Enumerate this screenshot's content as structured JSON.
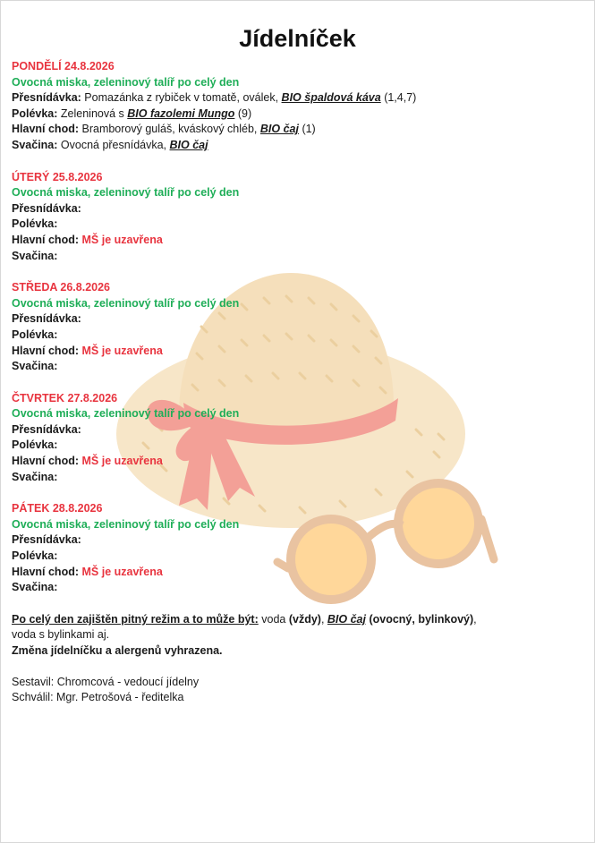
{
  "title": "Jídelníček",
  "days": [
    {
      "heading": "PONDĚLÍ 24.8.2026",
      "fruit": "Ovocná miska, zeleninový talíř po celý den",
      "presnidavka": {
        "label": "Přesnídávka:",
        "text": " Pomazánka z rybiček v tomatě, oválek, ",
        "bio": "BIO špaldová káva",
        "after": " (1,4,7)"
      },
      "polevka": {
        "label": "Polévka:",
        "text": " Zeleninová s ",
        "bio": "BIO fazolemi Mungo",
        "after": " (9)"
      },
      "hlavni": {
        "label": "Hlavní chod:",
        "text": " Bramborový guláš, kváskový chléb, ",
        "bio": "BIO čaj",
        "after": " (1)"
      },
      "svacina": {
        "label": "Svačina:",
        "text": " Ovocná přesnídávka, ",
        "bio": "BIO čaj",
        "after": ""
      }
    },
    {
      "heading": "ÚTERÝ 25.8.2026",
      "fruit": "Ovocná miska, zeleninový talíř po celý den",
      "presnidavka_label": "Přesnídávka:",
      "polevka_label": "Polévka:",
      "hlavni_label": "Hlavní chod:",
      "hlavni_closed": "MŠ je uzavřena",
      "svacina_label": "Svačina:"
    },
    {
      "heading": "STŘEDA 26.8.2026",
      "fruit": "Ovocná miska, zeleninový talíř po celý den",
      "presnidavka_label": "Přesnídávka:",
      "polevka_label": "Polévka:",
      "hlavni_label": "Hlavní chod:",
      "hlavni_closed": "MŠ je uzavřena",
      "svacina_label": "Svačina:"
    },
    {
      "heading": "ČTVRTEK 27.8.2026",
      "fruit": "Ovocná miska, zeleninový talíř po celý den",
      "presnidavka_label": "Přesnídávka:",
      "polevka_label": "Polévka:",
      "hlavni_label": "Hlavní chod:",
      "hlavni_closed": "MŠ je uzavřena",
      "svacina_label": "Svačina:"
    },
    {
      "heading": "PÁTEK 28.8.2026",
      "fruit": "Ovocná miska, zeleninový talíř po celý den",
      "presnidavka_label": "Přesnídávka:",
      "polevka_label": "Polévka:",
      "hlavni_label": "Hlavní chod:",
      "hlavni_closed": "MŠ je uzavřena",
      "svacina_label": "Svačina:"
    }
  ],
  "footer": {
    "drink_label": "Po celý den zajištěn pitný režim a to může být:",
    "drink_water": " voda ",
    "drink_always": "(vždy)",
    "drink_sep": ", ",
    "drink_bio": "BIO čaj",
    "drink_kinds": " (ovocný, bylinkový)",
    "drink_tail": ",",
    "drink_line2": "voda s bylinkami aj.",
    "change_note": "Změna jídelníčku a alergenů vyhrazena.",
    "compiled": "Sestavil: Chromcová - vedoucí jídelny",
    "approved": "Schválil: Mgr. Petrošová - ředitelka"
  },
  "colors": {
    "day_heading": "#e8343f",
    "fruit_line": "#1fae58",
    "closed_text": "#e8343f",
    "hat": "#f7e6c8",
    "ribbon": "#f3a097",
    "glasses_frame": "#e9c3a1",
    "glasses_lens": "#ffd79a"
  },
  "decoration": {
    "hat": "straw-hat-icon",
    "glasses": "sunglasses-icon"
  }
}
